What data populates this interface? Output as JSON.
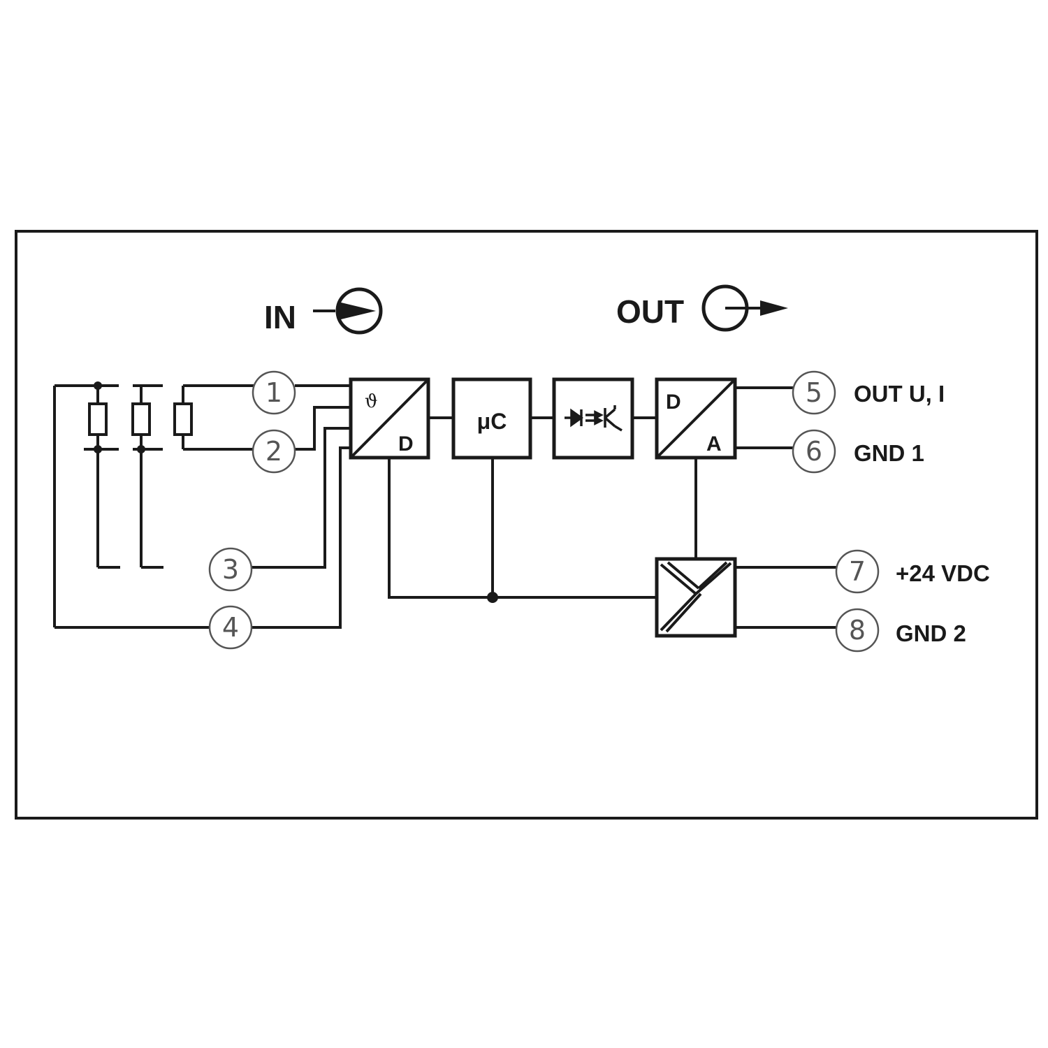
{
  "headings": {
    "input": "IN",
    "output": "OUT"
  },
  "blocks": {
    "adc": {
      "input_symbol": "ϑ",
      "output_symbol": "D"
    },
    "microcontroller": {
      "label": "μC"
    },
    "isolator": {
      "icon": "optocoupler-icon"
    },
    "dac": {
      "input_symbol": "D",
      "output_symbol": "A"
    },
    "power_supply": {
      "icon": "dc-dc-converter-icon"
    }
  },
  "terminals": [
    {
      "number": "1"
    },
    {
      "number": "2"
    },
    {
      "number": "3"
    },
    {
      "number": "4"
    },
    {
      "number": "5",
      "label": "OUT U, I"
    },
    {
      "number": "6",
      "label": "GND 1"
    },
    {
      "number": "7",
      "label": "+24 VDC"
    },
    {
      "number": "8",
      "label": "GND 2"
    }
  ]
}
